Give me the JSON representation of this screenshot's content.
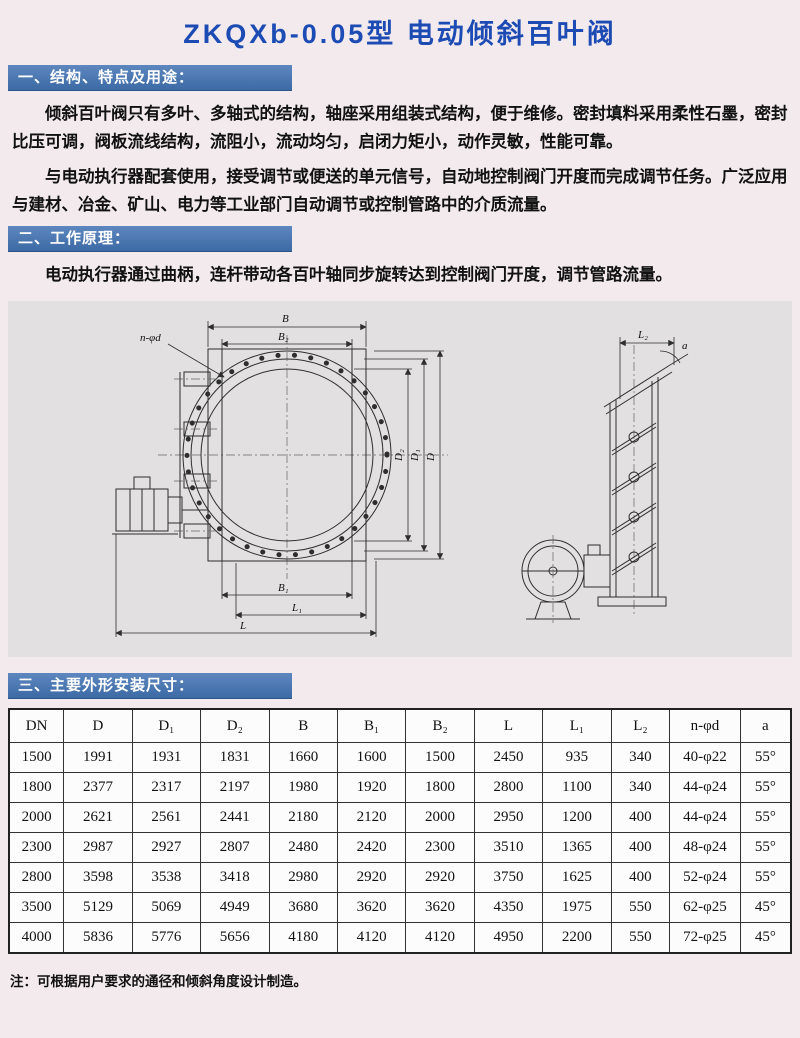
{
  "page": {
    "title": "ZKQXb-0.05型 电动倾斜百叶阀",
    "note": "注：可根据用户要求的通径和倾斜角度设计制造。"
  },
  "sections": {
    "s1": {
      "heading": "一、结构、特点及用途：",
      "p1": "倾斜百叶阀只有多叶、多轴式的结构，轴座采用组装式结构，便于维修。密封填料采用柔性石墨，密封比压可调，阀板流线结构，流阻小，流动均匀，启闭力矩小，动作灵敏，性能可靠。",
      "p2": "与电动执行器配套使用，接受调节或便送的单元信号，自动地控制阀门开度而完成调节任务。广泛应用与建材、冶金、矿山、电力等工业部门自动调节或控制管路中的介质流量。"
    },
    "s2": {
      "heading": "二、工作原理：",
      "p1": "电动执行器通过曲柄，连杆带动各百叶轴同步旋转达到控制阀门开度，调节管路流量。"
    },
    "s3": {
      "heading": "三、主要外形安装尺寸："
    }
  },
  "diagram": {
    "labels": {
      "n_phi_d": "n-φd",
      "B": "B",
      "B2": "B₂",
      "D2": "D₂",
      "D1": "D₁",
      "D": "D",
      "B1": "B₁",
      "L1": "L₁",
      "L": "L",
      "L2": "L₂",
      "a": "a"
    }
  },
  "table": {
    "headers": [
      "DN",
      "D",
      "D₁",
      "D₂",
      "B",
      "B₁",
      "B₂",
      "L",
      "L₁",
      "L₂",
      "n-φd",
      "a"
    ],
    "rows": [
      [
        "1500",
        "1991",
        "1931",
        "1831",
        "1660",
        "1600",
        "1500",
        "2450",
        "935",
        "340",
        "40-φ22",
        "55°"
      ],
      [
        "1800",
        "2377",
        "2317",
        "2197",
        "1980",
        "1920",
        "1800",
        "2800",
        "1100",
        "340",
        "44-φ24",
        "55°"
      ],
      [
        "2000",
        "2621",
        "2561",
        "2441",
        "2180",
        "2120",
        "2000",
        "2950",
        "1200",
        "400",
        "44-φ24",
        "55°"
      ],
      [
        "2300",
        "2987",
        "2927",
        "2807",
        "2480",
        "2420",
        "2300",
        "3510",
        "1365",
        "400",
        "48-φ24",
        "55°"
      ],
      [
        "2800",
        "3598",
        "3538",
        "3418",
        "2980",
        "2920",
        "2920",
        "3750",
        "1625",
        "400",
        "52-φ24",
        "55°"
      ],
      [
        "3500",
        "5129",
        "5069",
        "4949",
        "3680",
        "3620",
        "3620",
        "4350",
        "1975",
        "550",
        "62-φ25",
        "45°"
      ],
      [
        "4000",
        "5836",
        "5776",
        "5656",
        "4180",
        "4120",
        "4120",
        "4950",
        "2200",
        "550",
        "72-φ25",
        "45°"
      ]
    ]
  }
}
